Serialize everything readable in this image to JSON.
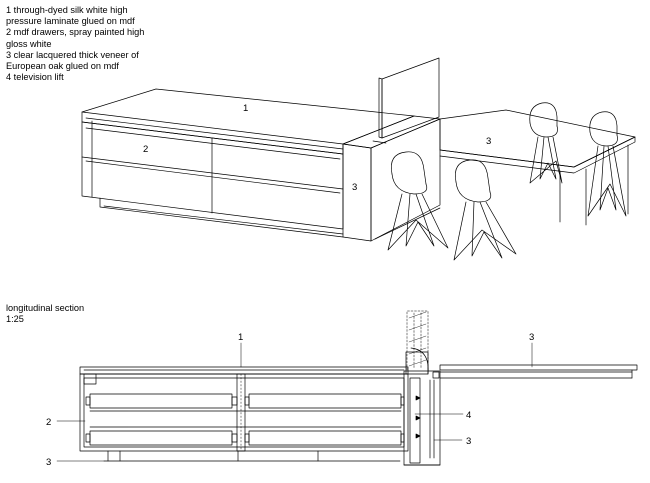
{
  "legend": {
    "lines": [
      "1 through-dyed silk white high",
      "pressure laminate glued on mdf",
      "2 mdf drawers, spray painted high",
      "gloss white",
      "3 clear lacquered thick veneer of",
      "European oak glued on mdf",
      "4 television lift"
    ]
  },
  "section": {
    "title": "longitudinal section",
    "scale": "1:25"
  },
  "labels": {
    "perspective_1": "1",
    "perspective_2": "2",
    "perspective_3_table": "3",
    "perspective_3_side": "3",
    "section_1": "1",
    "section_2": "2",
    "section_3_table": "3",
    "section_3_bottom": "3",
    "section_3_right": "3",
    "section_4": "4"
  }
}
